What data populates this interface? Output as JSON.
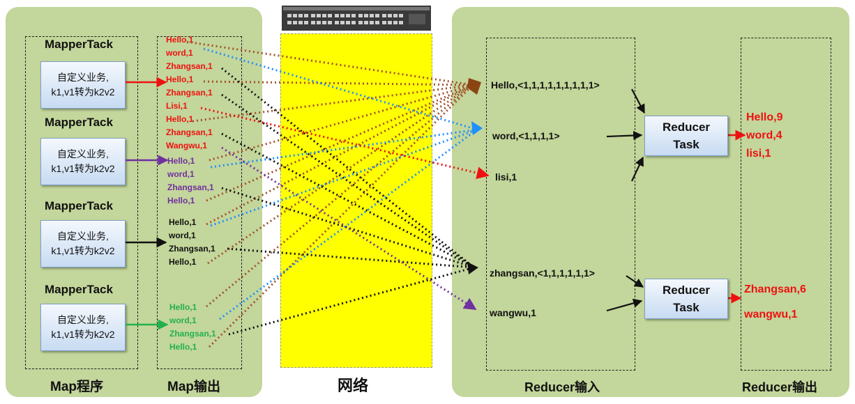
{
  "colors": {
    "panel": "#c3d69b",
    "network": "#ffff00",
    "red": "#ee1111",
    "purple": "#7030a0",
    "black": "#111111",
    "green": "#22b14c",
    "brown": "#a0522d",
    "blue": "#1e90ff"
  },
  "mappers": [
    {
      "label": "MapperTack",
      "task_line1": "自定义业务,",
      "task_line2": "k1,v1转为k2v2",
      "color": "red",
      "outputs": [
        "Hello,1",
        "word,1",
        "Zhangsan,1",
        "Hello,1",
        "Zhangsan,1",
        "Lisi,1",
        "Hello,1",
        "Zhangsan,1",
        "Wangwu,1"
      ]
    },
    {
      "label": "MapperTack",
      "task_line1": "自定义业务,",
      "task_line2": "k1,v1转为k2v2",
      "color": "purple",
      "outputs": [
        "Hello,1",
        "word,1",
        "Zhangsan,1",
        "Hello,1"
      ]
    },
    {
      "label": "MapperTack",
      "task_line1": "自定义业务,",
      "task_line2": "k1,v1转为k2v2",
      "color": "black",
      "outputs": [
        "Hello,1",
        "word,1",
        "Zhangsan,1",
        "Hello,1"
      ]
    },
    {
      "label": "MapperTack",
      "task_line1": "自定义业务,",
      "task_line2": "k1,v1转为k2v2",
      "color": "green",
      "outputs": [
        "Hello,1",
        "word,1",
        "Zhangsan,1",
        "Hello,1"
      ]
    }
  ],
  "reducer_inputs": [
    "Hello,<1,1,1,1,1,1,1,1,1>",
    "word,<1,1,1,1>",
    "lisi,1",
    "zhangsan,<1,1,1,1,1,1>",
    "wangwu,1"
  ],
  "reducers": [
    {
      "line1": "Reducer",
      "line2": "Task"
    },
    {
      "line1": "Reducer",
      "line2": "Task"
    }
  ],
  "reducer_outputs": [
    [
      "Hello,9",
      "word,4",
      "lisi,1"
    ],
    [
      "Zhangsan,6",
      "wangwu,1"
    ]
  ],
  "labels": {
    "map_program": "Map程序",
    "map_output": "Map输出",
    "network": "网络",
    "reducer_input": "Reducer输入",
    "reducer_output": "Reducer输出"
  }
}
